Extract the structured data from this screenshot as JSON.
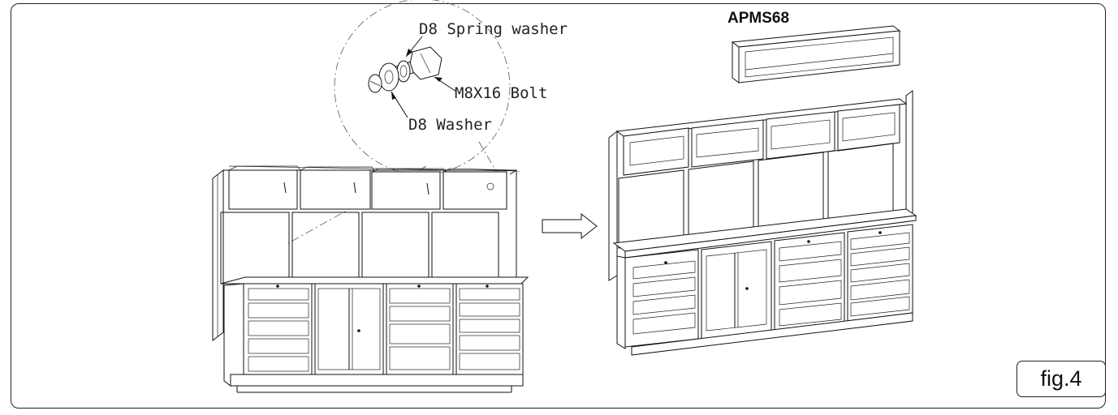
{
  "model_code": "APMS68",
  "figure_label": "fig.4",
  "callouts": {
    "spring_washer": "D8 Spring washer",
    "bolt": "M8X16 Bolt",
    "washer": "D8 Washer"
  }
}
